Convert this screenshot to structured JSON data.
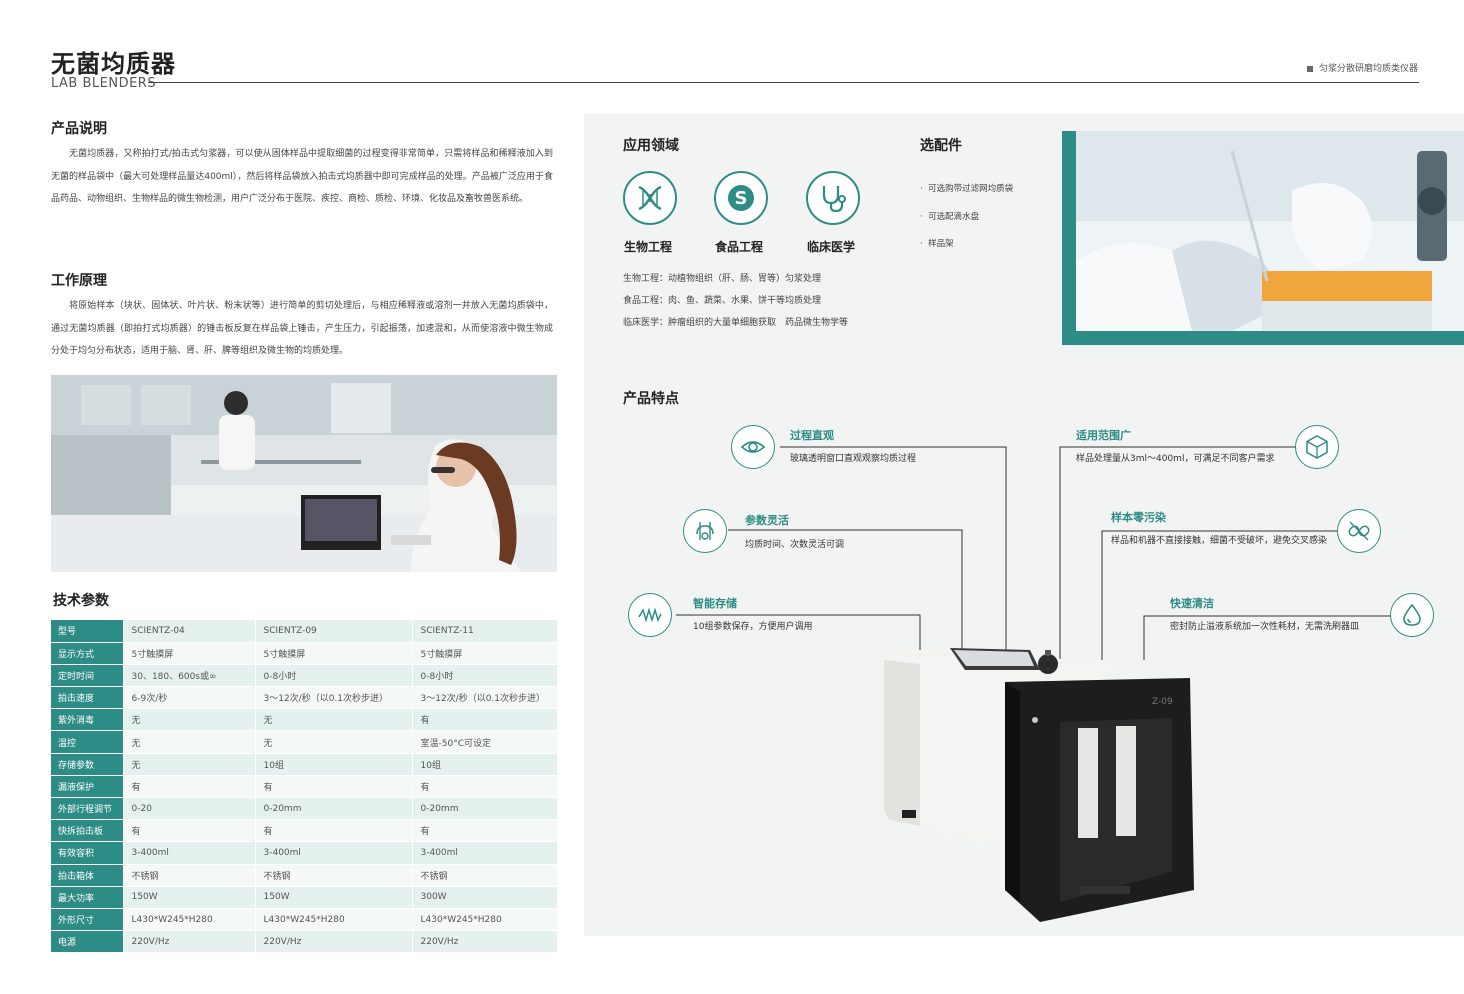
{
  "header": {
    "title": "无菌均质器",
    "subtitle": "LAB BLENDERS",
    "category": "匀浆分散研磨均质类仪器"
  },
  "description": {
    "title": "产品说明",
    "text": "无菌均质器，又称拍打式/拍击式匀浆器，可以使从固体样品中提取细菌的过程变得非常简单，只需将样品和稀释液加入到无菌的样品袋中（最大可处理样品量达400ml），然后将样品袋放入拍击式均质器中即可完成样品的处理。产品被广泛应用于食品药品、动物组织、生物样品的微生物检测，用户广泛分布于医院、疾控、商检、质检、环境、化妆品及畜牧兽医系统。"
  },
  "principle": {
    "title": "工作原理",
    "text": "将原始样本（块状、固体状、叶片状、粉末状等）进行简单的剪切处理后，与相应稀释液或溶剂一并放入无菌均质袋中，通过无菌均质器（即拍打式均质器）的锤击板反复在样品袋上锤击，产生压力，引起振荡，加速混和，从而使溶液中微生物成分处于均匀分布状态，适用于脑、肾、肝、脾等组织及微生物的均质处理。"
  },
  "specs": {
    "title": "技术参数",
    "rows": [
      {
        "label": "型号",
        "values": [
          "SCIENTZ-04",
          "SCIENTZ-09",
          "SCIENTZ-11"
        ]
      },
      {
        "label": "显示方式",
        "values": [
          "5寸触摸屏",
          "5寸触摸屏",
          "5寸触摸屏"
        ]
      },
      {
        "label": "定时时间",
        "values": [
          "30、180、600s或∞",
          "0-8小时",
          "0-8小时"
        ]
      },
      {
        "label": "拍击速度",
        "values": [
          "6-9次/秒",
          "3～12次/秒（以0.1次秒步进）",
          "3～12次/秒（以0.1次秒步进）"
        ]
      },
      {
        "label": "紫外消毒",
        "values": [
          "无",
          "无",
          "有"
        ]
      },
      {
        "label": "温控",
        "values": [
          "无",
          "无",
          "室温-50°C可设定"
        ]
      },
      {
        "label": "存储参数",
        "values": [
          "无",
          "10组",
          "10组"
        ]
      },
      {
        "label": "漏液保护",
        "values": [
          "有",
          "有",
          "有"
        ]
      },
      {
        "label": "外部行程调节",
        "values": [
          "0-20",
          "0-20mm",
          "0-20mm"
        ]
      },
      {
        "label": "快拆拍击板",
        "values": [
          "有",
          "有",
          "有"
        ]
      },
      {
        "label": "有效容积",
        "values": [
          "3-400ml",
          "3-400ml",
          "3-400ml"
        ]
      },
      {
        "label": "拍击箱体",
        "values": [
          "不锈钢",
          "不锈钢",
          "不锈钢"
        ]
      },
      {
        "label": "最大功率",
        "values": [
          "150W",
          "150W",
          "300W"
        ]
      },
      {
        "label": "外形尺寸",
        "values": [
          "L430*W245*H280",
          "L430*W245*H280",
          "L430*W245*H280"
        ]
      },
      {
        "label": "电源",
        "values": [
          "220V/Hz",
          "220V/Hz",
          "220V/Hz"
        ]
      }
    ]
  },
  "applications": {
    "title": "应用领域",
    "items": [
      {
        "label": "生物工程",
        "icon": "dna-icon"
      },
      {
        "label": "食品工程",
        "icon": "food-s-icon"
      },
      {
        "label": "临床医学",
        "icon": "stethoscope-icon"
      }
    ],
    "lines": [
      "生物工程：动植物组织（肝、肠、胃等）匀浆处理",
      "食品工程：肉、鱼、蔬菜、水果、饼干等均质处理",
      "临床医学：肿瘤组织的大量单细胞获取　药品微生物学等"
    ]
  },
  "accessories": {
    "title": "选配件",
    "items": [
      "可选购带过滤网均质袋",
      "可选配滴水盘",
      "样品架"
    ]
  },
  "features": {
    "title": "产品特点",
    "items": [
      {
        "title": "过程直观",
        "desc": "玻璃透明窗口直观观察均质过程",
        "icon": "eye-icon"
      },
      {
        "title": "参数灵活",
        "desc": "均质时间、次数灵活可调",
        "icon": "adjust-icon"
      },
      {
        "title": "智能存储",
        "desc": "10组参数保存，方便用户调用",
        "icon": "wave-icon"
      },
      {
        "title": "适用范围广",
        "desc": "样品处理量从3ml～400ml，可满足不同客户需求",
        "icon": "cube-icon"
      },
      {
        "title": "样本零污染",
        "desc": "样品和机器不直接接触，细菌不受破坏，避免交叉感染",
        "icon": "no-link-icon"
      },
      {
        "title": "快速清洁",
        "desc": "密封防止溢液系统加一次性耗材，无需洗刷器皿",
        "icon": "drop-icon"
      }
    ]
  },
  "device": {
    "model_label": "Z-09"
  },
  "colors": {
    "accent": "#2e8c86",
    "panel": "#f2f4f3"
  }
}
